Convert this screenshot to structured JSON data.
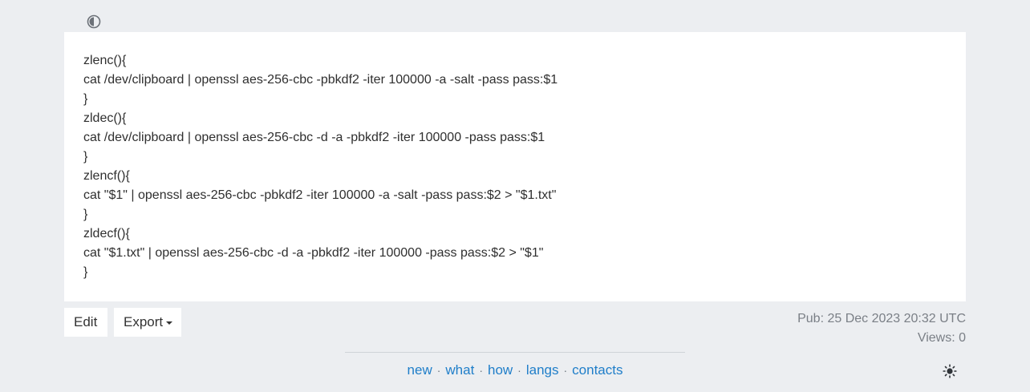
{
  "code_lines": [
    "zlenc(){",
    "cat /dev/clipboard | openssl aes-256-cbc -pbkdf2 -iter 100000 -a -salt -pass pass:$1",
    "}",
    "zldec(){",
    "cat /dev/clipboard | openssl aes-256-cbc -d -a -pbkdf2 -iter 100000 -pass pass:$1",
    "}",
    "zlencf(){",
    "cat \"$1\" | openssl aes-256-cbc -pbkdf2 -iter 100000 -a -salt -pass pass:$2 > \"$1.txt\"",
    "}",
    "zldecf(){",
    "cat \"$1.txt\" | openssl aes-256-cbc -d -a -pbkdf2 -iter 100000 -pass pass:$2 > \"$1\"",
    "}"
  ],
  "actions": {
    "edit_label": "Edit",
    "export_label": "Export"
  },
  "meta": {
    "published": "Pub: 25 Dec 2023 20:32 UTC",
    "views": "Views: 0"
  },
  "footer": {
    "links": [
      "new",
      "what",
      "how",
      "langs",
      "contacts"
    ],
    "separator": "·"
  },
  "icons": {
    "contrast": "contrast-icon",
    "sun": "sun-icon"
  },
  "colors": {
    "page_bg": "#eceef1",
    "link": "#1f7ec9",
    "meta_text": "#7a7f86"
  }
}
